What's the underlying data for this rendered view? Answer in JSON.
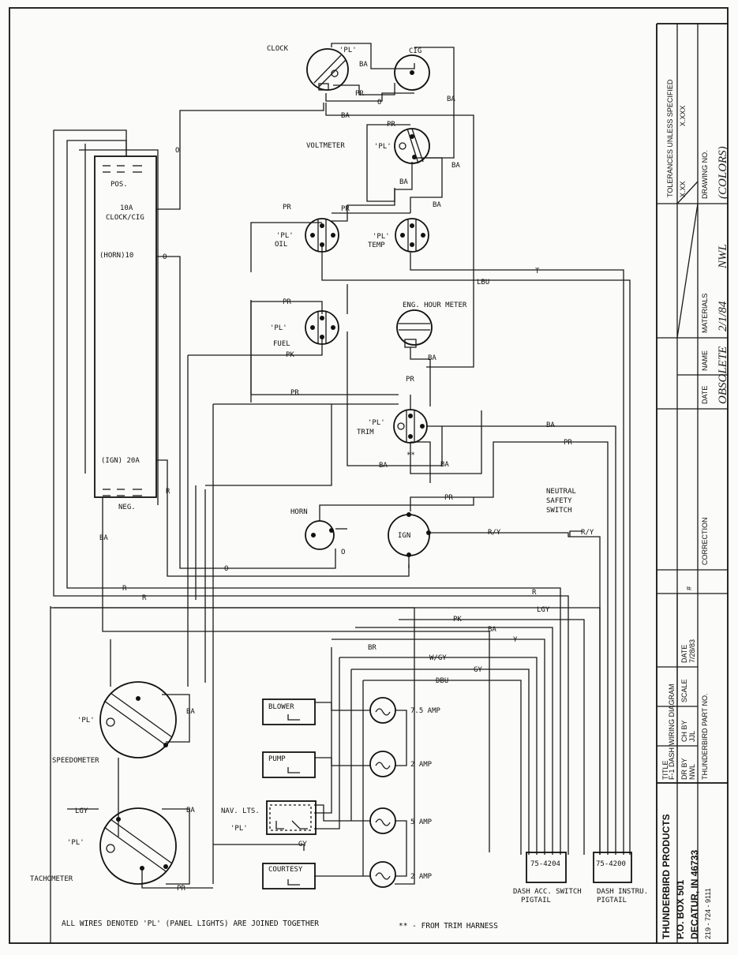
{
  "header": {
    "clock": "CLOCK",
    "cig": "CIG",
    "voltmeter": "VOLTMETER",
    "oil": "OIL",
    "temp": "TEMP",
    "fuel": "FUEL",
    "eng_hour_meter": "ENG. HOUR METER",
    "trim": "TRIM",
    "horn": "HORN",
    "ign": "IGN",
    "neutral_safety_switch": [
      "NEUTRAL",
      "SAFETY",
      "SWITCH"
    ],
    "speedometer": "SPEEDOMETER",
    "tachometer": "TACHOMETER",
    "pl": "'PL'",
    "double_star": "**"
  },
  "fuse_block": {
    "pos": "POS.",
    "clock_cig_amp": "10A",
    "clock_cig": "CLOCK/CIG",
    "horn": "(HORN)10",
    "ign": "(IGN) 20A",
    "neg": "NEG."
  },
  "switches": {
    "blower": "BLOWER",
    "pump": "PUMP",
    "nav_lts": "NAV. LTS.",
    "courtesy": "COURTESY",
    "fuse_ratings": [
      "7.5 AMP",
      "2 AMP",
      "5 AMP",
      "2 AMP"
    ]
  },
  "wire_labels": {
    "ba": "BA",
    "pr": "PR",
    "o": "O",
    "t": "T",
    "lbu": "LBU",
    "pk": "PK",
    "r": "R",
    "r_y": "R/Y",
    "lgy": "LGY",
    "y": "Y",
    "br": "BR",
    "w_gy": "W/GY",
    "gy": "GY",
    "dbu": "DBU"
  },
  "pigtails": {
    "acc_part": "75-4204",
    "acc_label": [
      "DASH ACC. SWITCH",
      "PIGTAIL"
    ],
    "instru_part": "75-4200",
    "instru_label": [
      "DASH INSTRU.",
      "PIGTAIL"
    ]
  },
  "notes": {
    "pl_note": "ALL WIRES DENOTED 'PL' (PANEL LIGHTS) ARE JOINED TOGETHER",
    "trim_note": "** - FROM TRIM HARNESS"
  },
  "title_block": {
    "company": "THUNDERBIRD   PRODUCTS",
    "po_box": "P.O.  BOX  501",
    "city": "DECATUR, IN  46733",
    "phone": "219 - 724 - 9111",
    "title_label": "TITLE",
    "title": "F-1 DASH WIRING DIAGRAM",
    "dr_by_label": "DR BY",
    "dr_by": "NWL",
    "ch_by_label": "CH BY",
    "ch_by": "JJL",
    "scale_label": "SCALE",
    "date_label": "DATE",
    "date": "7/28/83",
    "part_no": "THUNDERBIRD   PART  NO.",
    "tolerances": "TOLERANCES  UNLESS  SPECIFIED",
    "tol_xx": "X.XX",
    "tol_xxx": "X.XXX",
    "materials": "MATERIALS",
    "drawing_no": "DRAWING NO.",
    "rev_num": "#",
    "correction": "CORRECTION",
    "rev_date": "DATE",
    "rev_name": "NAME",
    "handwritten": [
      "OBSOLETE",
      "2/1/84",
      "NWL",
      "(COLORS)"
    ]
  }
}
